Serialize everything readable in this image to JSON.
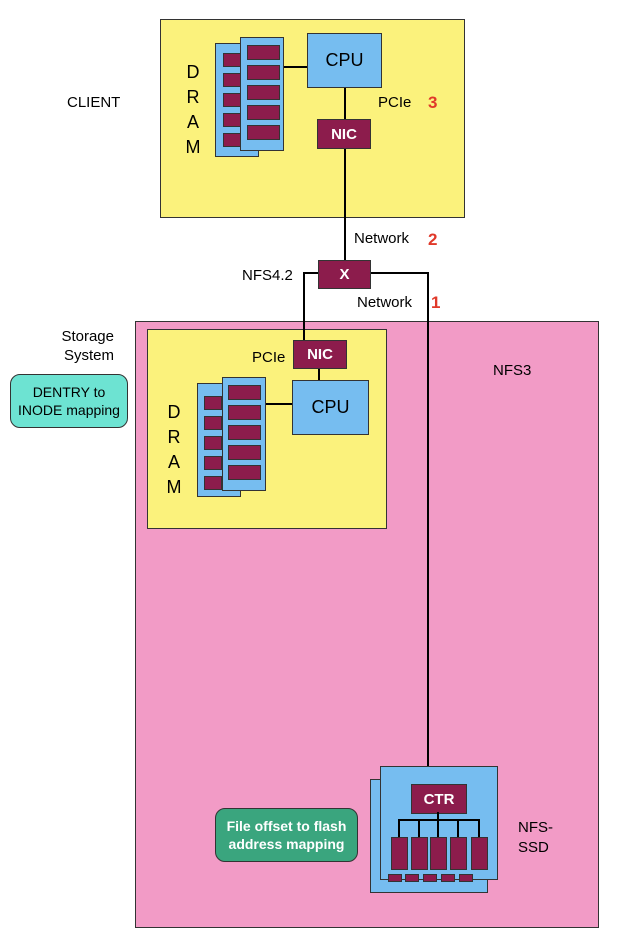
{
  "labels": {
    "client": "CLIENT",
    "storage_system": "Storage\nSystem",
    "nfs3": "NFS3",
    "nfs42": "NFS4.2",
    "nfs_ssd": "NFS-\nSSD",
    "network_top": "Network",
    "network_right": "Network",
    "pcie_client": "PCIe",
    "pcie_server": "PCIe"
  },
  "numbers": {
    "pcie_client": "3",
    "network_top": "2",
    "network_right": "1"
  },
  "components": {
    "client_cpu": "CPU",
    "client_nic": "NIC",
    "server_cpu": "CPU",
    "server_nic": "NIC",
    "switch": "X",
    "ssd_controller": "CTR",
    "dram_letters": [
      "D",
      "R",
      "A",
      "M"
    ]
  },
  "notes": {
    "dentry": "DENTRY to\nINODE mapping",
    "file_offset": "File offset to flash\naddress mapping"
  },
  "colors": {
    "yellow": "#fbf27c",
    "pink": "#f29bc6",
    "blue": "#76bdf0",
    "maroon": "#8c1c4c",
    "note_cyan": "#6de3d2",
    "note_green": "#3aa57e",
    "number_red": "#e0392a"
  }
}
